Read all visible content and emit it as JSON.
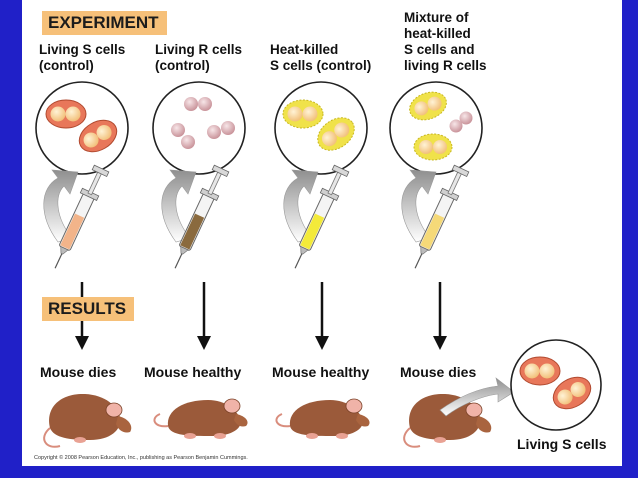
{
  "banners": {
    "experiment": "EXPERIMENT",
    "results": "RESULTS"
  },
  "columns": [
    {
      "label_line1": "Living S cells",
      "label_line2": "(control)",
      "result": "Mouse dies",
      "syringe_color": "#f2b48a"
    },
    {
      "label_line1": "Living R cells",
      "label_line2": "(control)",
      "result": "Mouse healthy",
      "syringe_color": "#8a6a3e"
    },
    {
      "label_line1": "Heat-killed",
      "label_line2": "S cells (control)",
      "result": "Mouse healthy",
      "syringe_color": "#f3ea3a"
    },
    {
      "label_line1": "Mixture of",
      "label_line2": "heat-killed",
      "label_line3": "S cells and",
      "label_line4": "living R cells",
      "result": "Mouse dies",
      "syringe_color": "#f5d978"
    }
  ],
  "outcome_label": "Living S cells",
  "copyright": "Copyright © 2008 Pearson Education, Inc., publishing as Pearson Benjamin Cummings.",
  "colors": {
    "background": "#2020c8",
    "banner": "#f6c079",
    "s_cell_capsule": "#e8775a",
    "s_cell_core": "#f8d7a6",
    "r_cell": "#d9a9ad",
    "heat_killed_capsule": "#f0e24a",
    "mouse": "#9b5a3a"
  }
}
